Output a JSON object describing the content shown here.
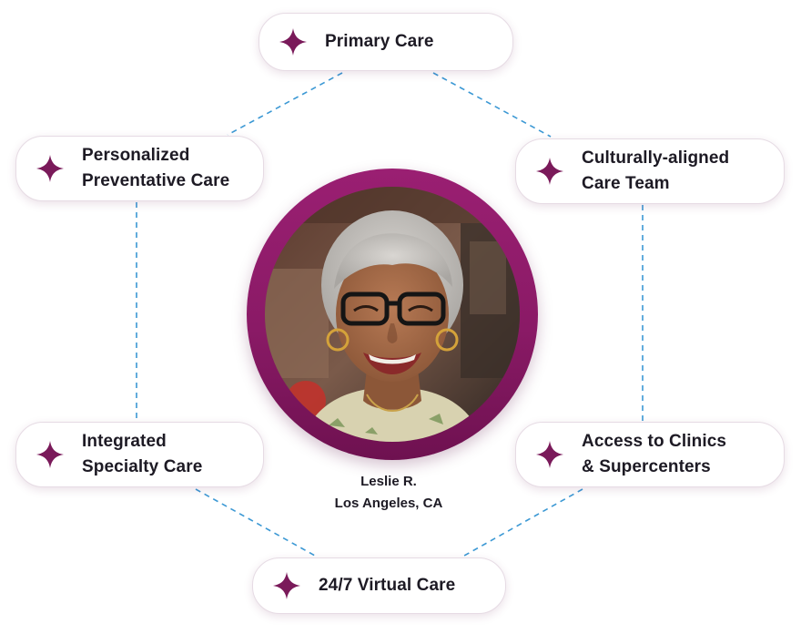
{
  "nodes": {
    "primary": {
      "lines": [
        "Primary Care"
      ],
      "icon": "sparkle-icon"
    },
    "personalized": {
      "lines": [
        "Personalized",
        "Preventative Care"
      ],
      "icon": "sparkle-icon"
    },
    "cultural": {
      "lines": [
        "Culturally-aligned",
        "Care Team"
      ],
      "icon": "sparkle-icon"
    },
    "integrated": {
      "lines": [
        "Integrated",
        "Specialty Care"
      ],
      "icon": "sparkle-icon"
    },
    "access": {
      "lines": [
        "Access to Clinics",
        "& Supercenters"
      ],
      "icon": "sparkle-icon"
    },
    "virtual": {
      "lines": [
        "24/7 Virtual Care"
      ],
      "icon": "sparkle-icon"
    }
  },
  "member": {
    "name": "Leslie R.",
    "location": "Los Angeles, CA"
  },
  "colors": {
    "accent": "#7a1a5a",
    "ring": "#8e1c69",
    "connector": "#3b98d4",
    "text": "#1d1a24"
  }
}
